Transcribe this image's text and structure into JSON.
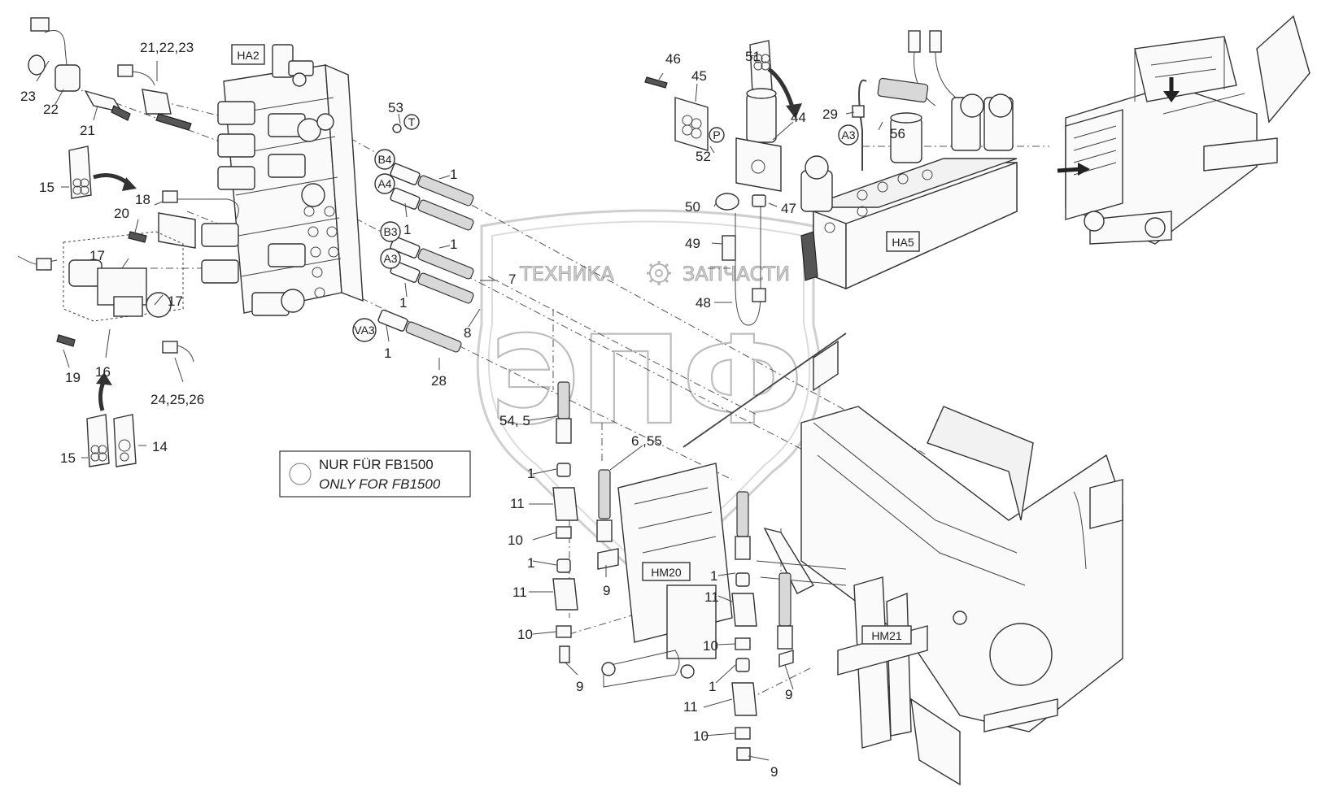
{
  "labels": {
    "l23": "23",
    "l22": "22",
    "l21": "21",
    "l21_22_23": "21,22,23",
    "l53": "53",
    "tT": "T",
    "l15a": "15",
    "l18": "18",
    "l20": "20",
    "l17a": "17",
    "l17b": "17",
    "l19": "19",
    "l16": "16",
    "l24_25_26": "24,25,26",
    "l15b": "15",
    "l14": "14",
    "l1a": "1",
    "l1b": "1",
    "l1c": "1",
    "l1d": "1",
    "l1e": "1",
    "l7": "7",
    "l8": "8",
    "l28": "28",
    "l46": "46",
    "l45": "45",
    "l52": "52",
    "tP": "P",
    "l51": "51",
    "l44": "44",
    "l29": "29",
    "l56": "56",
    "l50": "50",
    "l47": "47",
    "l49": "49",
    "l48": "48",
    "l54_5": "54, 5",
    "l6_55": "6 ,55",
    "l1f": "1",
    "l11a": "11",
    "l10a": "10",
    "l1g": "1",
    "l11b": "11",
    "l10b": "10",
    "l9a": "9",
    "l9b": "9",
    "l1h": "1",
    "l11c": "11",
    "l10c": "10",
    "l1i": "1",
    "l11d": "11",
    "l10d": "10",
    "l9c": "9",
    "l9d": "9"
  },
  "tags": {
    "HA2": "HA2",
    "HA5": "HA5",
    "HM20": "HM20",
    "HM21": "HM21",
    "B4": "B4",
    "A4": "A4",
    "B3": "B3",
    "A3": "A3",
    "VA3": "VA3",
    "A3b": "A3"
  },
  "note": {
    "line1": "NUR FÜR FB1500",
    "line2": "ONLY FOR FB1500"
  },
  "watermark": {
    "big": "ЭПФ",
    "left": "ТЕХНИКА",
    "right": "ЗАПЧАСТИ"
  },
  "icons": [
    "kit-bag-icon",
    "curved-arrow-icon",
    "gear-icon",
    "connector-plug-icon",
    "machine-thumbnail"
  ]
}
